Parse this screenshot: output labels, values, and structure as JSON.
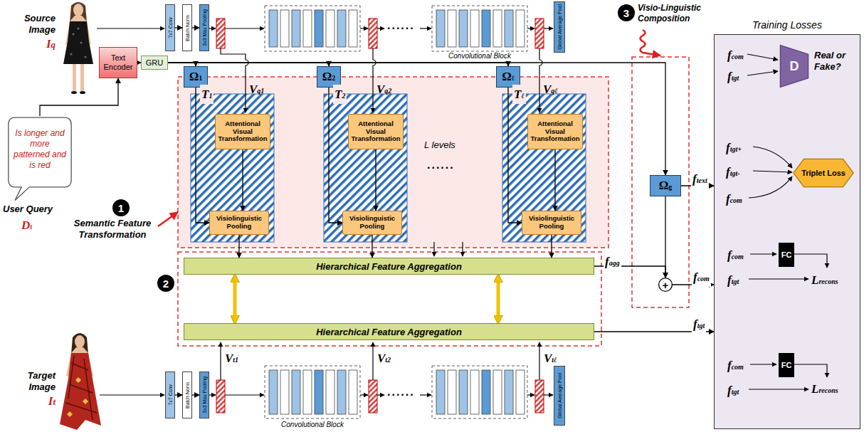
{
  "diagram": {
    "nodes": [
      {
        "text": [
          "Text Encoder"
        ]
      },
      {
        "text": [
          "GRU"
        ]
      },
      {
        "text": [
          "Is longer and more patterned and is red"
        ]
      },
      {
        "text": [
          "7x7 Conv"
        ]
      },
      {
        "text": [
          "Batch Norm"
        ]
      },
      {
        "text": [
          "3x3 Max Pooling"
        ]
      },
      {
        "text": [
          "Global Average Pool"
        ]
      },
      {
        "text": [
          "Ω1"
        ]
      },
      {
        "text": [
          "Ω2"
        ]
      },
      {
        "text": [
          "Ωℓ"
        ]
      },
      {
        "text": [
          "Attentional Visual Transformation"
        ]
      },
      {
        "text": [
          "Visiolinguistic Pooling"
        ]
      },
      {
        "text": [
          "Attentional Visual Transformation"
        ]
      },
      {
        "text": [
          "Visiolinguistic Pooling"
        ]
      },
      {
        "text": [
          "Attentional Visual Transformation"
        ]
      },
      {
        "text": [
          "Visiolinguistic Pooling"
        ]
      },
      {
        "text": [
          "Hierarchical Feature Aggregation"
        ]
      },
      {
        "text": [
          "Hierarchical Feature Aggregation"
        ]
      },
      {
        "text": [
          "Ωg"
        ]
      },
      {
        "text": [
          "+"
        ]
      },
      {
        "text": [
          "7x7 Conv"
        ]
      },
      {
        "text": [
          "Batch Norm"
        ]
      },
      {
        "text": [
          "3x3 Max Pooling"
        ]
      },
      {
        "text": [
          "Global Average Pool"
        ]
      },
      {
        "text": [
          "Training Losses"
        ]
      },
      {
        "text": [
          "D"
        ],
        "in": 24
      },
      {
        "text": [
          "Triplet Loss"
        ],
        "in": 24
      },
      {
        "text": [
          "FC"
        ],
        "in": 24
      },
      {
        "text": [
          "FC"
        ],
        "in": 24
      }
    ],
    "edges": [
      {
        "from": 2,
        "to": 0,
        "arrow": "to"
      },
      {
        "from": 0,
        "to": 1,
        "arrow": "to"
      },
      {
        "from": 3,
        "to": 4,
        "arrow": "to"
      },
      {
        "from": 4,
        "to": 5,
        "arrow": "to"
      },
      {
        "from": 1,
        "to": 7,
        "arrow": "to"
      },
      {
        "from": 1,
        "to": 8,
        "arrow": "to"
      },
      {
        "from": 1,
        "to": 9,
        "arrow": "to"
      },
      {
        "from": 1,
        "to": 18,
        "arrow": "to"
      },
      {
        "from": 7,
        "to": 11,
        "arrow": "to",
        "label": "T1"
      },
      {
        "from": 8,
        "to": 13,
        "arrow": "to",
        "label": "T2"
      },
      {
        "from": 9,
        "to": 15,
        "arrow": "to",
        "label": "Tℓ"
      },
      {
        "from": 10,
        "to": 11,
        "arrow": "to"
      },
      {
        "from": 12,
        "to": 13,
        "arrow": "to"
      },
      {
        "from": 14,
        "to": 15,
        "arrow": "to"
      },
      {
        "from": 11,
        "to": 16,
        "arrow": "to"
      },
      {
        "from": 13,
        "to": 16,
        "arrow": "to"
      },
      {
        "from": 15,
        "to": 16,
        "arrow": "to"
      },
      {
        "from": 16,
        "to": 17,
        "arrow": "both"
      },
      {
        "from": 16,
        "to": 17,
        "arrow": "both"
      },
      {
        "from": 16,
        "to": 19,
        "arrow": "to",
        "label": "fagg"
      },
      {
        "from": 18,
        "to": 19,
        "arrow": "to"
      },
      {
        "from": 18,
        "to": 24,
        "arrow": "to",
        "label": "ftext"
      },
      {
        "from": 19,
        "to": 24,
        "arrow": "to",
        "label": "fcom"
      },
      {
        "from": 17,
        "to": 24,
        "arrow": "to",
        "label": "ftgt"
      },
      {
        "from": 20,
        "to": 21,
        "arrow": "to"
      },
      {
        "from": 21,
        "to": 22,
        "arrow": "to"
      }
    ],
    "labels": [
      "Source Image",
      "Iq",
      "User Query",
      "Dt",
      "Target Image",
      "It",
      "Vq1",
      "Vq2",
      "Vqℓ",
      "......",
      "Convolutional Block",
      "L levels",
      "......",
      "1",
      "Semantic Feature Transformation",
      "2",
      "3",
      "Visio-Linguistic Composition",
      "Vt1",
      "Vt2",
      "Vtℓ",
      "......",
      "Convolutional Block",
      "fcom",
      "ftgt",
      "Real or Fake?",
      "ftgt+",
      "ftgt-",
      "fcom",
      "fcom",
      "ftgt",
      "Lrecons",
      "fcom",
      "ftgt",
      "Lrecons"
    ]
  }
}
